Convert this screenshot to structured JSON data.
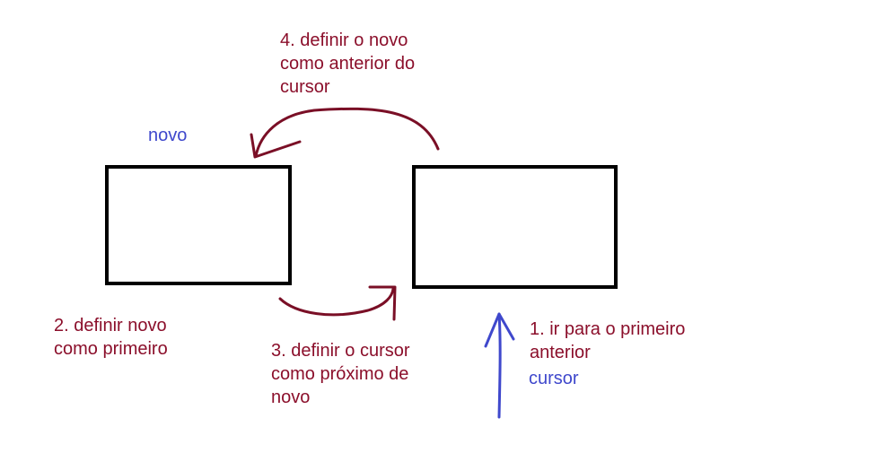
{
  "labels": {
    "step4": [
      "4. definir o novo",
      "como anterior do",
      "cursor"
    ],
    "novo": "novo",
    "step2": [
      "2. definir novo",
      "como primeiro"
    ],
    "step3": [
      "3. definir o cursor",
      "como próximo de",
      "novo"
    ],
    "step1": [
      "1. ir para o primeiro",
      "anterior"
    ],
    "cursor": "cursor"
  },
  "colors": {
    "step_text": "#8b0f2b",
    "pointer_text": "#3f48cc",
    "arrow_dark": "#7a0f26",
    "arrow_blue": "#3f48cc",
    "box_border": "#000000"
  }
}
